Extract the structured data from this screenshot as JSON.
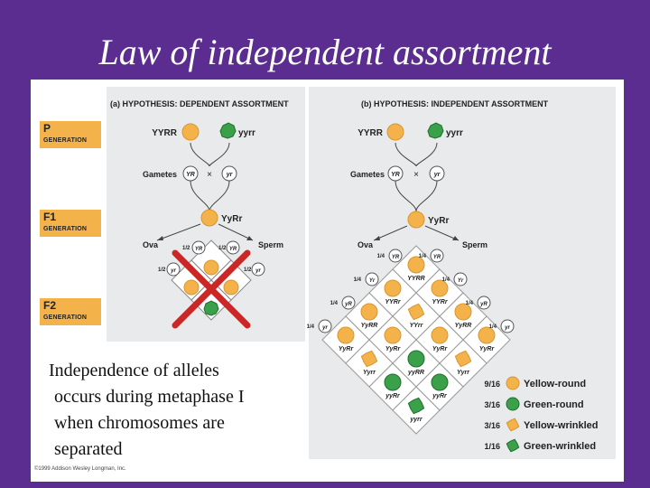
{
  "title": "Law of independent assortment",
  "generations": {
    "p": {
      "label": "P",
      "sub": "GENERATION"
    },
    "f1": {
      "label": "F1",
      "sub": "GENERATION"
    },
    "f2": {
      "label": "F2",
      "sub": "GENERATION"
    }
  },
  "panel_a": {
    "heading": "(a) HYPOTHESIS: DEPENDENT ASSORTMENT",
    "parent_yellow": "YYRR",
    "parent_green": "yyrr",
    "gametes_label": "Gametes",
    "gamete_1": "YR",
    "cross_symbol": "×",
    "gamete_2": "yr",
    "f1": "YyRr",
    "ova_label": "Ova",
    "sperm_label": "Sperm",
    "frac_1": "1/2",
    "frac_2": "1/2",
    "frac_3": "1/2",
    "frac_4": "1/2",
    "ovum_1": "YR",
    "ovum_2": "yr",
    "sperm_1": "YR",
    "sperm_2": "yr",
    "rejected_color": "#cc2727"
  },
  "panel_b": {
    "heading": "(b) HYPOTHESIS: INDEPENDENT ASSORTMENT",
    "parent_yellow": "YYRR",
    "parent_green": "yyrr",
    "gametes_label": "Gametes",
    "gamete_1": "YR",
    "cross_symbol": "×",
    "gamete_2": "yr",
    "f1": "YyRr",
    "ova_label": "Ova",
    "sperm_label": "Sperm",
    "quarter": "1/4",
    "ova": [
      "YR",
      "Yr",
      "yR",
      "yr"
    ],
    "sperm": [
      "YR",
      "Yr",
      "yR",
      "yr"
    ],
    "grid_labels": [
      "YYRR",
      "YYRr",
      "YyRR",
      "YyRr",
      "YYRr",
      "YYrr",
      "YyRr",
      "Yyrr",
      "YyRR",
      "YyRr",
      "yyRR",
      "yyRr",
      "YyRr",
      "Yyrr",
      "yyRr",
      "yyrr"
    ],
    "legend": [
      {
        "fraction": "9/16",
        "label": "Yellow-round"
      },
      {
        "fraction": "3/16",
        "label": "Green-round"
      },
      {
        "fraction": "3/16",
        "label": "Yellow-wrinkled"
      },
      {
        "fraction": "1/16",
        "label": "Green-wrinkled"
      }
    ]
  },
  "caption": {
    "line1": "Independence of alleles",
    "line2": "occurs during metaphase I",
    "line3": "when chromosomes are",
    "line4": "separated"
  },
  "copyright": "©1999 Addison Wesley Longman, Inc.",
  "colors": {
    "background": "#5b2d91",
    "yellow_pea": "#f4b24a",
    "green_pea": "#3aa04a"
  }
}
